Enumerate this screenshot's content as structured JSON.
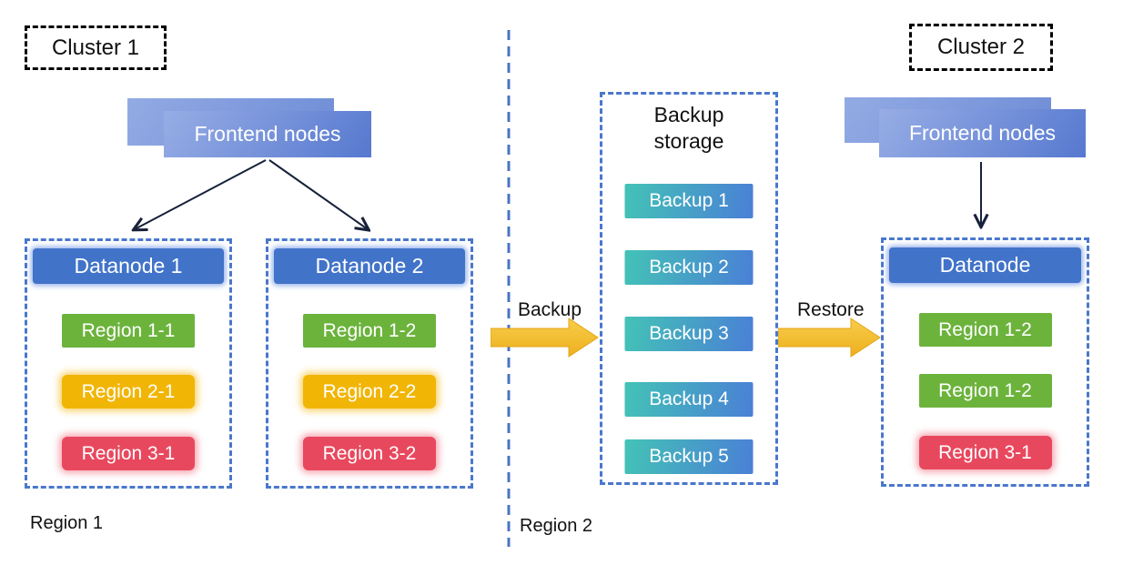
{
  "cluster1": {
    "label": "Cluster 1",
    "frontend_label": "Frontend nodes",
    "datanodes": [
      {
        "title": "Datanode 1",
        "regions": [
          {
            "label": "Region 1-1",
            "color": "#6cb33c"
          },
          {
            "label": "Region 2-1",
            "color": "#f1b505"
          },
          {
            "label": "Region 3-1",
            "color": "#e8485e"
          }
        ]
      },
      {
        "title": "Datanode 2",
        "regions": [
          {
            "label": "Region 1-2",
            "color": "#6cb33c"
          },
          {
            "label": "Region 2-2",
            "color": "#f1b505"
          },
          {
            "label": "Region 3-2",
            "color": "#e8485e"
          }
        ]
      }
    ]
  },
  "cluster2": {
    "label": "Cluster 2",
    "frontend_label": "Frontend nodes",
    "datanode": {
      "title": "Datanode",
      "regions": [
        {
          "label": "Region 1-2",
          "color": "#6cb33c"
        },
        {
          "label": "Region 1-2",
          "color": "#6cb33c"
        },
        {
          "label": "Region 3-1",
          "color": "#e8485e"
        }
      ]
    }
  },
  "backup_storage": {
    "title": "Backup storage",
    "items": [
      "Backup 1",
      "Backup 2",
      "Backup 3",
      "Backup 4",
      "Backup 5"
    ]
  },
  "flows": {
    "backup_label": "Backup",
    "restore_label": "Restore"
  },
  "footers": {
    "region1": "Region 1",
    "region2": "Region 2"
  },
  "colors": {
    "dashed_border_blue": "#4a77cc",
    "datanode_header_blue": "#4173c9",
    "region_green": "#6cb33c",
    "region_yellow": "#f1b505",
    "region_red": "#e8485e",
    "backup_gradient_start": "#43c3b6",
    "backup_gradient_end": "#4a7fd6",
    "frontend_gradient_start": "#97ade5",
    "frontend_gradient_end": "#5678cf",
    "flow_arrow_yellow": "#f2bb2e",
    "separator_blue": "#4a74c4"
  }
}
